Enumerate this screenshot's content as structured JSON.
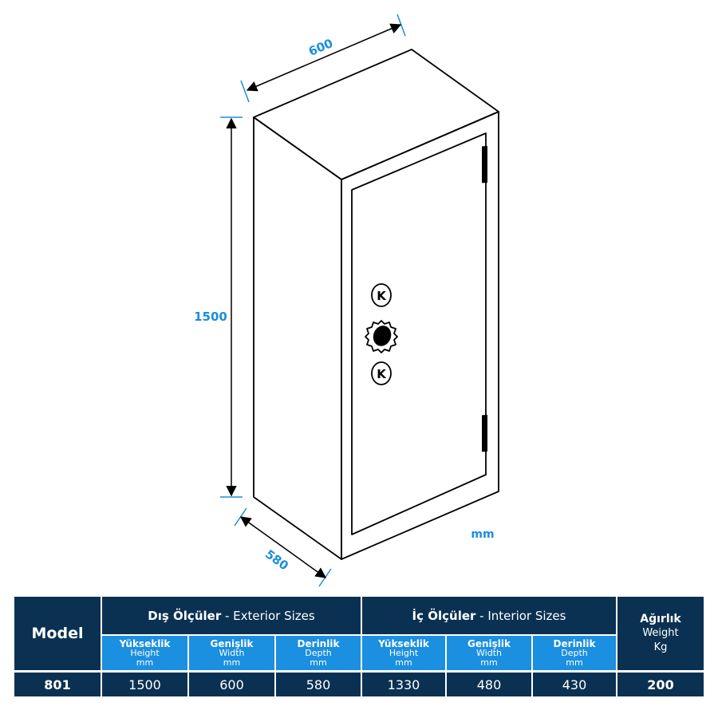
{
  "drawing": {
    "dimensions": {
      "width": "600",
      "height": "1500",
      "depth": "580"
    },
    "unit": "mm",
    "door_features": {
      "lock_top_label": "K",
      "lock_bottom_label": "K",
      "dial": "gear-dial"
    },
    "colors": {
      "dimension_blue": "#1a8fdc",
      "outline": "#000000"
    }
  },
  "table": {
    "colors": {
      "dark": "#0b3152",
      "light": "#1b8fe0",
      "text": "#ffffff"
    },
    "model_header": "Model",
    "exterior": {
      "title_tr": "Dış Ölçüler",
      "separator": " - ",
      "title_en": "Exterior Sizes",
      "columns": [
        {
          "tr": "Yükseklik",
          "en": "Height",
          "unit": "mm"
        },
        {
          "tr": "Genişlik",
          "en": "Width",
          "unit": "mm"
        },
        {
          "tr": "Derinlik",
          "en": "Depth",
          "unit": "mm"
        }
      ]
    },
    "interior": {
      "title_tr": "İç Ölçüler",
      "separator": " - ",
      "title_en": "Interior Sizes",
      "columns": [
        {
          "tr": "Yükseklik",
          "en": "Height",
          "unit": "mm"
        },
        {
          "tr": "Genişlik",
          "en": "Width",
          "unit": "mm"
        },
        {
          "tr": "Derinlik",
          "en": "Depth",
          "unit": "mm"
        }
      ]
    },
    "weight": {
      "tr": "Ağırlık",
      "en": "Weight",
      "unit": "Kg"
    },
    "rows": [
      {
        "model": "801",
        "ext_height": "1500",
        "ext_width": "600",
        "ext_depth": "580",
        "int_height": "1330",
        "int_width": "480",
        "int_depth": "430",
        "weight": "200"
      }
    ]
  }
}
